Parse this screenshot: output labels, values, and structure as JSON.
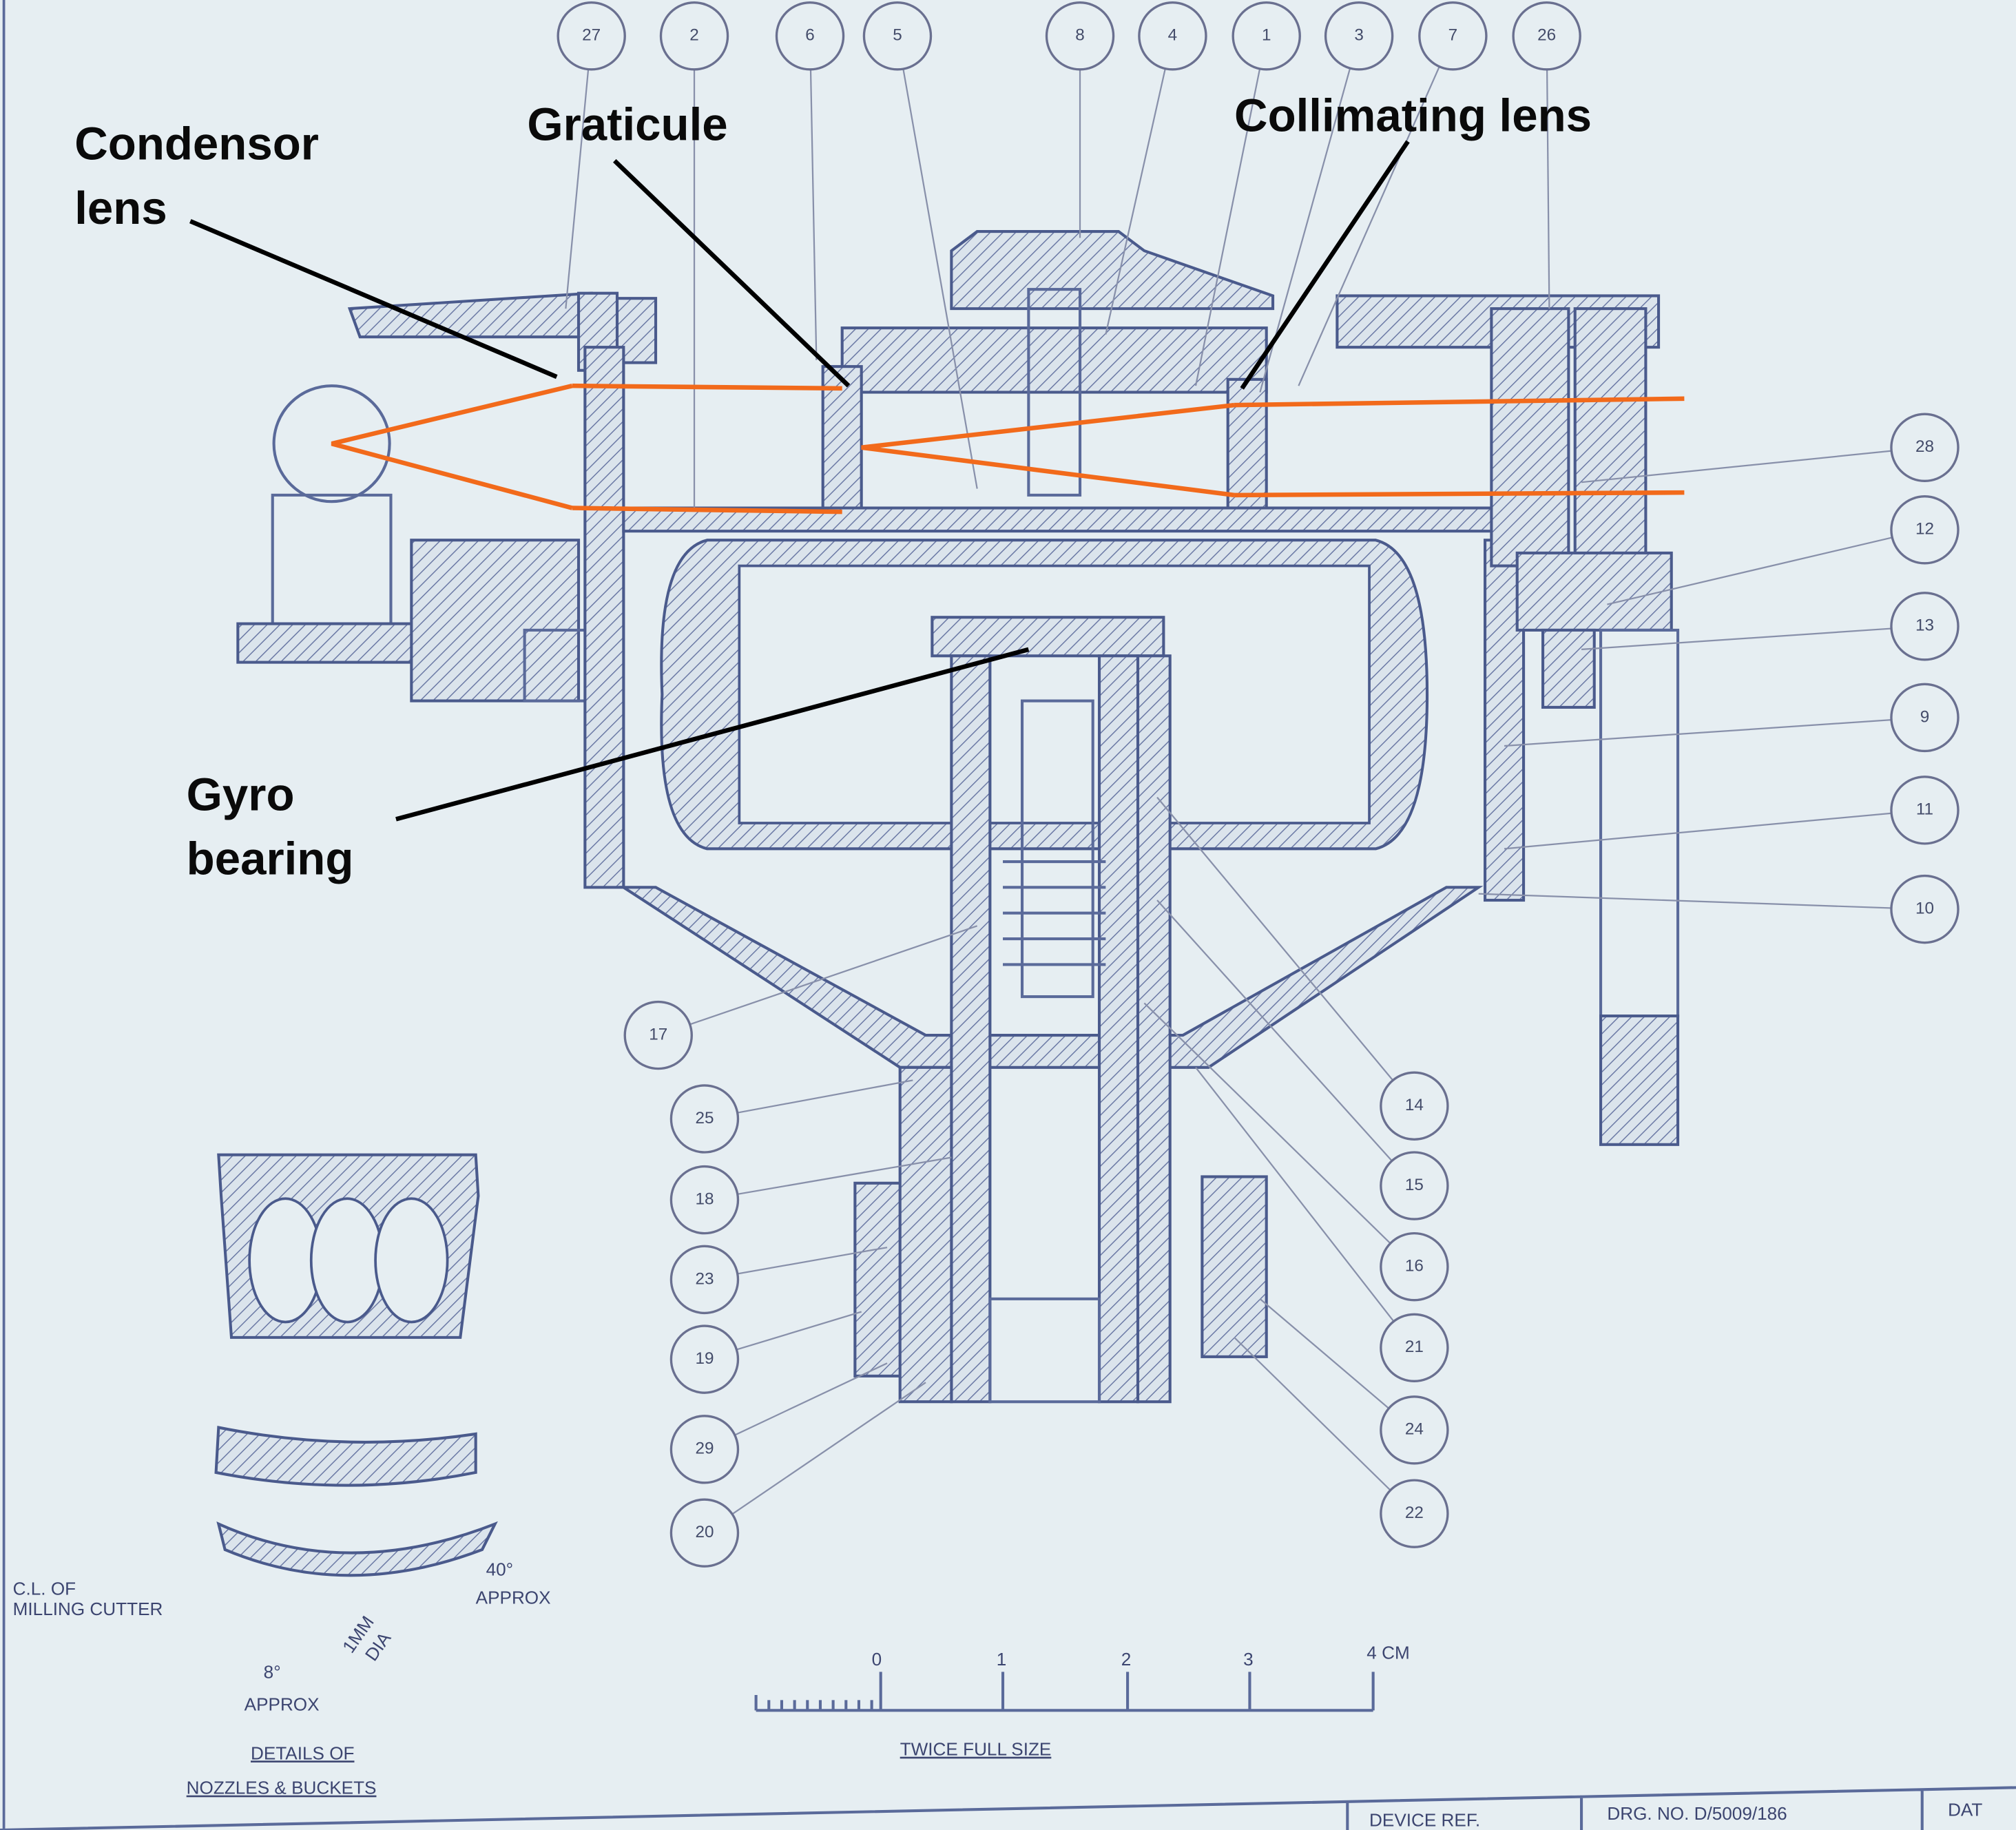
{
  "annotations": {
    "condensor": [
      "Condensor",
      "lens"
    ],
    "graticule": "Graticule",
    "collimating": "Collimating lens",
    "gyro": [
      "Gyro",
      "bearing"
    ]
  },
  "balloons": {
    "top": [
      "27",
      "2",
      "6",
      "5",
      "8",
      "4",
      "1",
      "3",
      "7",
      "26"
    ],
    "right": [
      "28",
      "12",
      "13",
      "9",
      "11",
      "10"
    ],
    "left_lower": [
      "17",
      "25",
      "18",
      "23",
      "19",
      "29",
      "20"
    ],
    "right_lower": [
      "14",
      "15",
      "16",
      "21",
      "24",
      "22"
    ]
  },
  "notes": {
    "milling": [
      "C.L. OF",
      "MILLING CUTTER"
    ],
    "angle8": [
      "8°",
      "APPROX"
    ],
    "dia": [
      "1MM",
      "DIA"
    ],
    "angle40": [
      "40°",
      "APPROX"
    ],
    "details": [
      "DETAILS OF",
      "NOZZLES & BUCKETS"
    ],
    "scale_ticks": [
      "0",
      "1",
      "2",
      "3",
      "4 CM"
    ],
    "scale_caption": "TWICE FULL SIZE"
  },
  "title_block": {
    "device_ref": "DEVICE REF.",
    "drg_no": "DRG. NO. D/5009/186",
    "date": "DAT"
  },
  "colors": {
    "ray": "#f26a1b",
    "paper": "#e6eef2",
    "ink": "#4a5a8c"
  }
}
